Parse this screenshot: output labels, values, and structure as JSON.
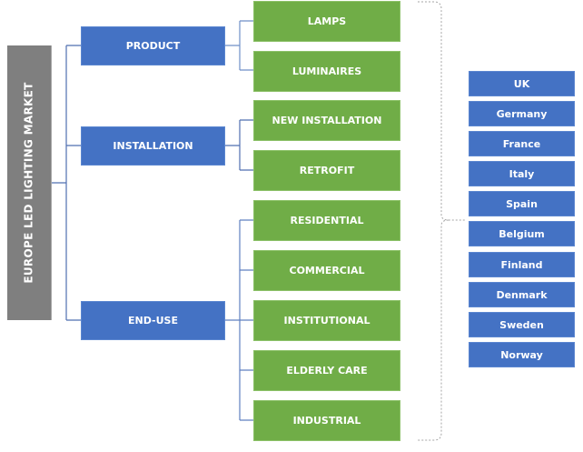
{
  "root": {
    "label": "EUROPE LED LIGHTING MARKET"
  },
  "categories": [
    {
      "label": "PRODUCT",
      "children": [
        "LAMPS",
        "LUMINAIRES"
      ]
    },
    {
      "label": "INSTALLATION",
      "children": [
        "NEW INSTALLATION",
        "RETROFIT"
      ]
    },
    {
      "label": "END-USE",
      "children": [
        "RESIDENTIAL",
        "COMMERCIAL",
        "INSTITUTIONAL",
        "ELDERLY CARE",
        "INDUSTRIAL"
      ]
    }
  ],
  "countries": [
    "UK",
    "Germany",
    "France",
    "Italy",
    "Spain",
    "Belgium",
    "Finland",
    "Denmark",
    "Sweden",
    "Norway"
  ],
  "colors": {
    "root": "#7f7f7f",
    "category": "#4472c4",
    "subcategory": "#70ad47",
    "country": "#4472c4",
    "connector": "#4f6fb0",
    "brace": "#a6a6a6"
  }
}
